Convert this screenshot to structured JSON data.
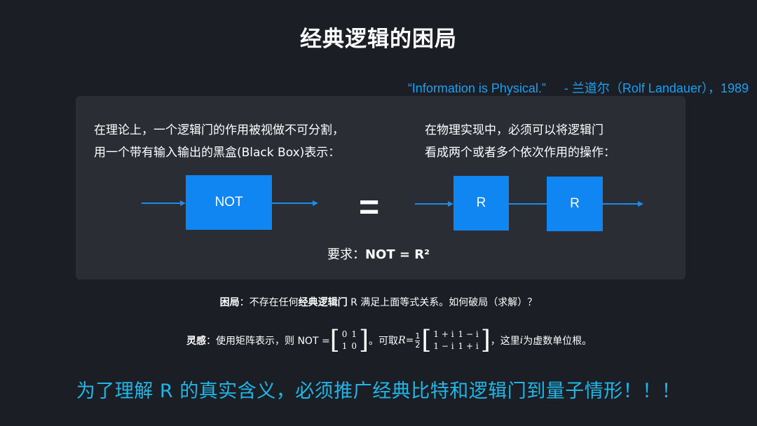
{
  "title": "经典逻辑的困局",
  "quote": {
    "text": "“Information is Physical.”",
    "author": "- 兰道尔（Rolf Landauer），1989"
  },
  "left_text": {
    "line1": "在理论上，一个逻辑门的作用被视做不可分割，",
    "line2": "用一个带有输入输出的黑盒(Black Box)表示："
  },
  "right_text": {
    "line1": "在物理实现中，必须可以将逻辑门",
    "line2": "看成两个或者多个依次作用的操作："
  },
  "gates": {
    "not": "NOT",
    "r1": "R",
    "r2": "R",
    "equals": "="
  },
  "requirement": {
    "label": "要求：",
    "formula": "NOT = R²"
  },
  "dilemma": {
    "label": "困局",
    "part1": "：不存在任何",
    "bold": "经典逻辑门",
    "part2": " R 满足上面等式关系。如何破局（求解）？"
  },
  "inspiration": {
    "label": "灵感",
    "part1": "：使用矩阵表示，则 NOT =",
    "not_matrix": [
      [
        "0",
        "1"
      ],
      [
        "1",
        "0"
      ]
    ],
    "part2": "。可取 ",
    "r_symbol": "R",
    "r_eq": " = ",
    "frac_num": "1",
    "frac_den": "2",
    "r_matrix": [
      [
        "1 + i",
        "1 − i"
      ],
      [
        "1 − i",
        "1 + i"
      ]
    ],
    "part3": "，这里 ",
    "i_symbol": "i",
    "part4": " 为虚数单位根。"
  },
  "conclusion": "为了理解 R 的真实含义，必须推广经典比特和逻辑门到量子情形！！！",
  "colors": {
    "background": "#1b1e25",
    "panel": "#2a2d34",
    "gate_fill": "#0f86f2",
    "arrow": "#1a8cf0",
    "accent_text": "#21b6e8"
  }
}
